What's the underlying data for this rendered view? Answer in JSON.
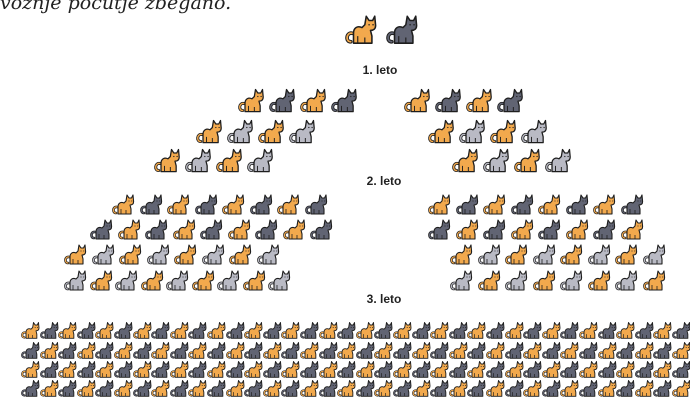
{
  "caption": "vožnje počutje zbegano.",
  "years": [
    {
      "label": "1. leto"
    },
    {
      "label": "2. leto"
    },
    {
      "label": "3. leto"
    }
  ],
  "colors": {
    "orange_cat": "#f2a94d",
    "dark_cat": "#616473",
    "light_cat": "#b9bac4",
    "outline": "#1e1e1e"
  },
  "icon": "sitting-cat-icon"
}
